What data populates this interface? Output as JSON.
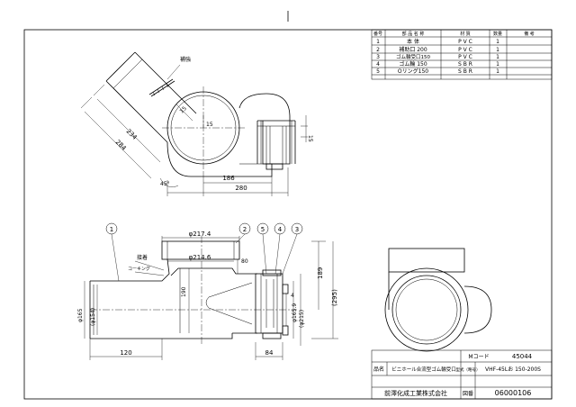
{
  "parts_table": {
    "headers": [
      "番号",
      "部 品 名 称",
      "材 質",
      "数量",
      "備 考"
    ],
    "rows": [
      {
        "no": "1",
        "name": "本 体",
        "material": "P V C",
        "qty": "1",
        "note": ""
      },
      {
        "no": "2",
        "name": "補助口 200",
        "material": "P V C",
        "qty": "1",
        "note": ""
      },
      {
        "no": "3",
        "name": "ゴム輪受口150",
        "material": "P V C",
        "qty": "1",
        "note": ""
      },
      {
        "no": "4",
        "name": "ゴム輪 150",
        "material": "S B R",
        "qty": "1",
        "note": ""
      },
      {
        "no": "5",
        "name": "Oリング150",
        "material": "S B R",
        "qty": "1",
        "note": ""
      }
    ]
  },
  "top_view": {
    "label_gasket": "補強",
    "dim_234": "234",
    "dim_284": "284",
    "dim_15a": "15",
    "dim_15b": "15",
    "dim_15c": "15",
    "dim_45deg": "45°",
    "dim_186": "186",
    "dim_280": "280"
  },
  "front_view": {
    "dim_217_4": "φ217.4",
    "dim_214_6": "φ214.6",
    "dim_80": "80",
    "dim_190": "190",
    "dim_165": "φ165",
    "dim_154": "(φ154)",
    "dim_120": "120",
    "dim_84": "84",
    "dim_4": "4",
    "dim_165_9": "φ165.9",
    "dim_215": "(φ215)",
    "dim_189": "189",
    "dim_295": "(295)",
    "label_bond": "接着",
    "label_caulk": "コーキング",
    "balloons": [
      "1",
      "2",
      "5",
      "4",
      "3"
    ]
  },
  "title_block": {
    "code_label": "Mコード",
    "code_value": "45044",
    "name_label": "品名",
    "name_value": "ビニホール合流型ゴム輪受口",
    "model_label": "型式（略号）",
    "model_value": "VHF-45Lお 150-200S",
    "company": "前澤化成工業株式会社",
    "drawing_no_label": "図番",
    "drawing_no_value": "06000106"
  }
}
